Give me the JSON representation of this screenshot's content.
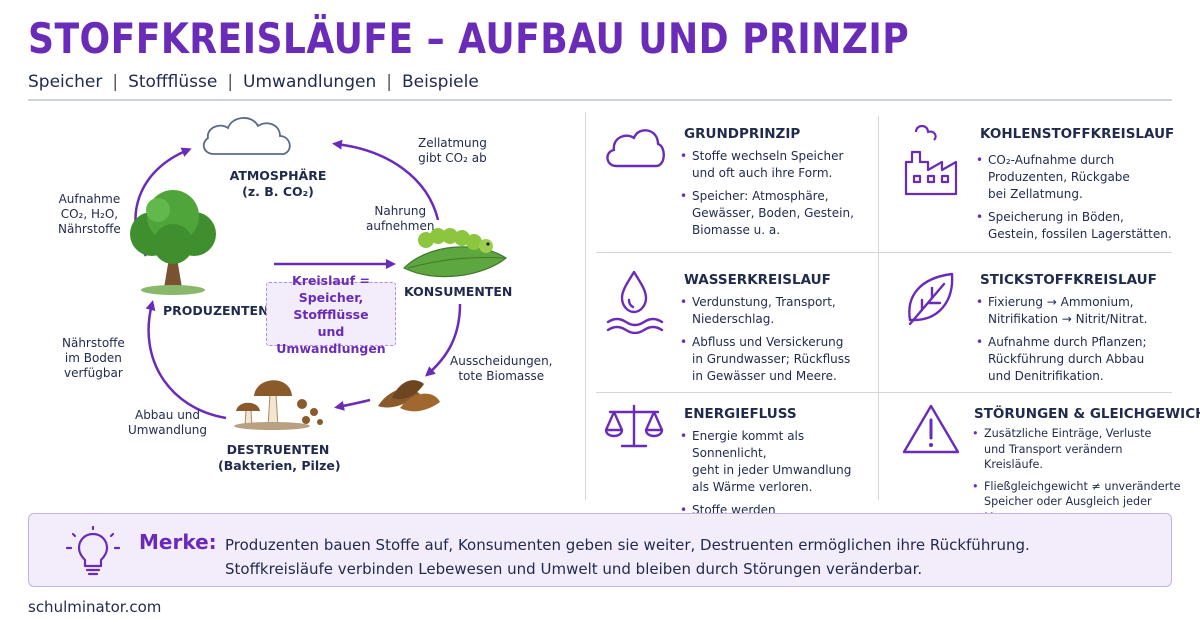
{
  "title": "STOFFKREISLÄUFE – AUFBAU UND PRINZIP",
  "subtitle": [
    "Speicher",
    "Stoffflüsse",
    "Umwandlungen",
    "Beispiele"
  ],
  "subtitle_sep": "|",
  "diagram": {
    "atmosphere": {
      "title": "ATMOSPHÄRE",
      "sub": "(z. B. CO₂)"
    },
    "producers": "PRODUZENTEN",
    "consumers": "KONSUMENTEN",
    "decomposers": {
      "title": "DESTRUENTEN",
      "sub": "(Bakterien, Pilze)"
    },
    "center": "Kreislauf =\nSpeicher, Stoffflüsse\nund Umwandlungen",
    "labels": {
      "uptake": "Aufnahme\nCO₂, H₂O,\nNährstoffe",
      "respiration": "Zellatmung\ngibt CO₂ ab",
      "food": "Nahrung\naufnehmen",
      "excretion": "Ausscheidungen,\ntote Biomasse",
      "breakdown": "Abbau und\nUmwandlung",
      "nutrients": "Nährstoffe\nim Boden\nverfügbar"
    }
  },
  "cards": [
    {
      "id": "grundprinzip",
      "icon": "cloud-icon",
      "title": "GRUNDPRINZIP",
      "items": [
        "Stoffe wechseln Speicher\nund oft auch ihre Form.",
        "Speicher: Atmosphäre,\nGewässer, Boden, Gestein,\nBiomasse u. a."
      ]
    },
    {
      "id": "kohlenstoff",
      "icon": "factory-icon",
      "title": "KOHLENSTOFFKREISLAUF",
      "items": [
        "CO₂-Aufnahme durch\nProduzenten, Rückgabe\nbei Zellatmung.",
        "Speicherung in Böden,\nGestein, fossilen Lagerstätten."
      ]
    },
    {
      "id": "wasser",
      "icon": "water-drop-icon",
      "title": "WASSERKREISLAUF",
      "items": [
        "Verdunstung, Transport,\nNiederschlag.",
        "Abfluss und Versickerung\nin Grundwasser; Rückfluss\nin Gewässer und Meere."
      ]
    },
    {
      "id": "stickstoff",
      "icon": "leaf-icon",
      "title": "STICKSTOFFKREISLAUF",
      "items": [
        "Fixierung → Ammonium,\nNitrifikation → Nitrit/Nitrat.",
        "Aufnahme durch Pflanzen;\nRückführung durch Abbau\nund Denitrifikation."
      ]
    },
    {
      "id": "energie",
      "icon": "scale-icon",
      "title": "ENERGIEFLUSS",
      "items": [
        "Energie kommt als Sonnenlicht,\ngeht in jeder Umwandlung\nals Wärme verloren.",
        "Stoffe werden wiederverwendet,\nEnergie nicht."
      ]
    },
    {
      "id": "stoerungen",
      "icon": "warning-icon",
      "title": "STÖRUNGEN & GLEICHGEWICHT",
      "items": [
        "Zusätzliche Einträge, Verluste\nund Transport verändern\nKreisläufe.",
        "Fließgleichgewicht ≠ unveränderte\nSpeicher oder Ausgleich jeder Menge."
      ]
    }
  ],
  "merke": {
    "label": "Merke:",
    "line1": "Produzenten bauen Stoffe auf, Konsumenten geben sie weiter, Destruenten ermöglichen ihre Rückführung.",
    "line2": "Stoffkreisläufe verbinden Lebewesen und Umwelt und bleiben durch Störungen veränderbar."
  },
  "footer": "schulminator.com",
  "colors": {
    "accent": "#6a2bb8",
    "text": "#1f2a4d",
    "highlight_bg": "#f3ecfb"
  }
}
